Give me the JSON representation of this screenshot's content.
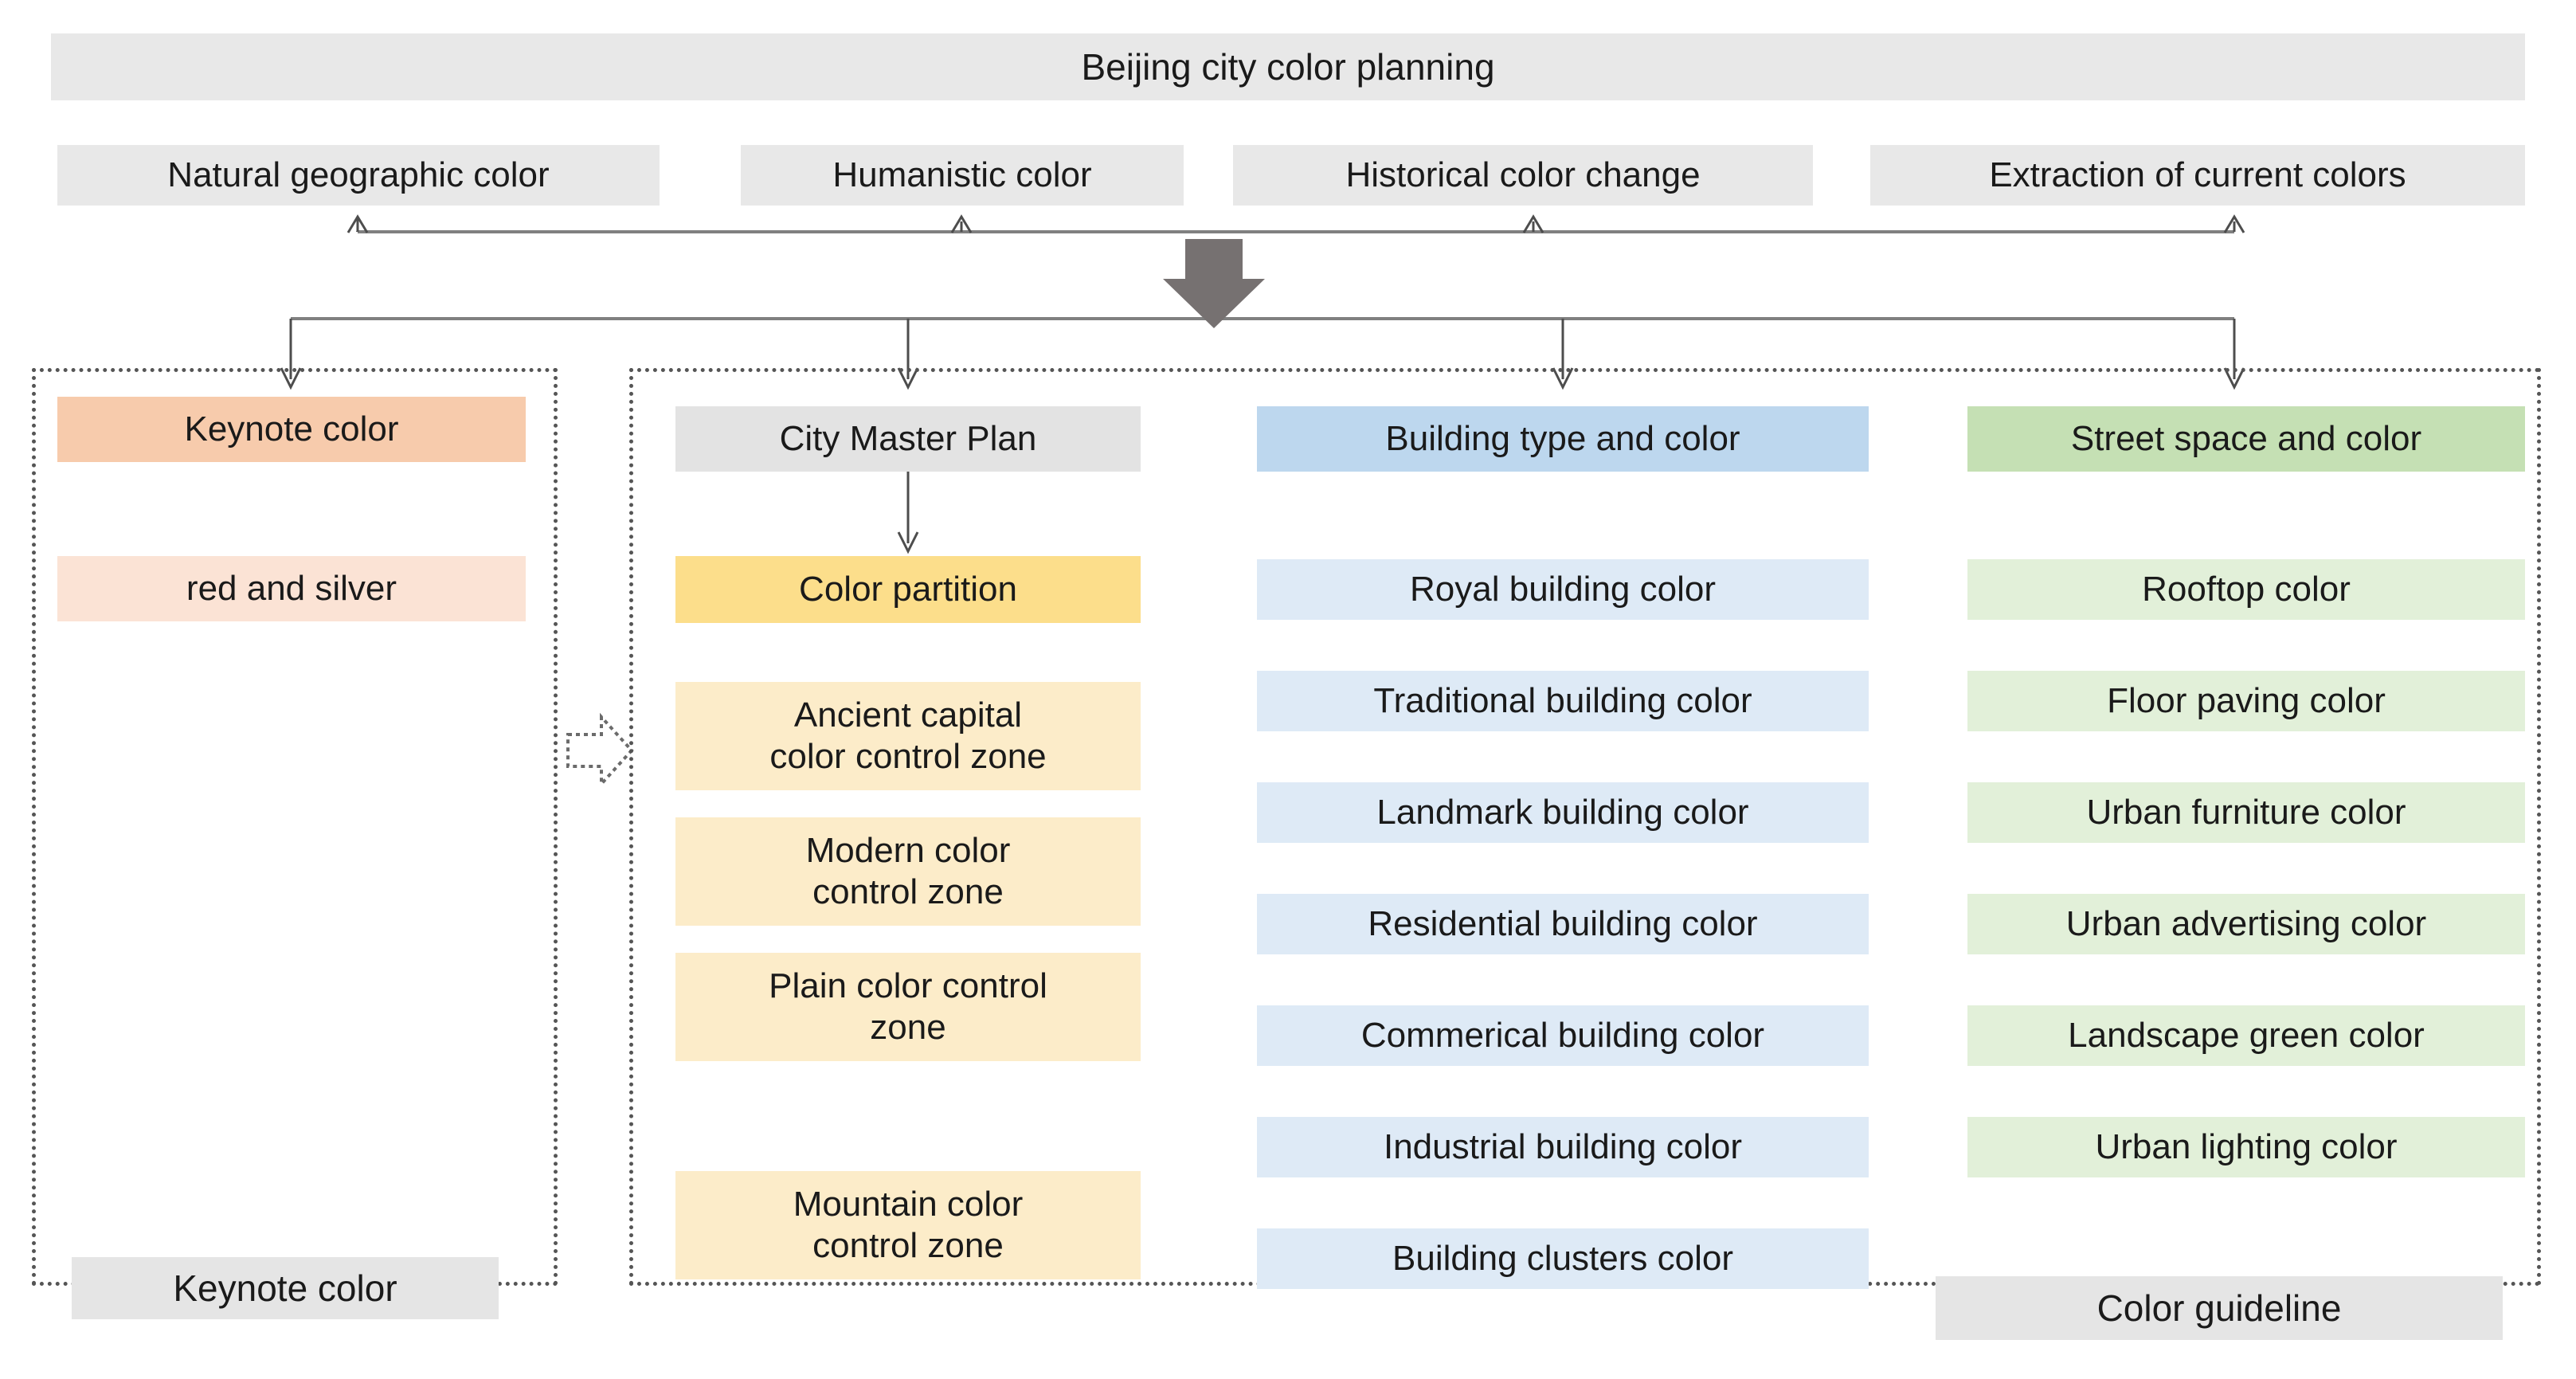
{
  "title": "Beijing city color planning",
  "sources": [
    {
      "label": "Natural geographic color"
    },
    {
      "label": "Humanistic color"
    },
    {
      "label": "Historical color change"
    },
    {
      "label": "Extraction of current colors"
    }
  ],
  "left_panel": {
    "header": "Keynote color",
    "value": "red and silver",
    "footer": "Keynote color"
  },
  "right_panel": {
    "footer": "Color guideline",
    "columns": [
      {
        "header": "City Master Plan",
        "highlight": "Color partition",
        "items": [
          "Ancient capital\ncolor control zone",
          "Modern color\ncontrol zone",
          "Plain color control\nzone",
          "Mountain color\ncontrol zone"
        ]
      },
      {
        "header": "Building type and color",
        "items": [
          "Royal building color",
          "Traditional building color",
          "Landmark building color",
          "Residential building color",
          "Commerical building color",
          "Industrial building color",
          "Building clusters color"
        ]
      },
      {
        "header": "Street space and color",
        "items": [
          "Rooftop color",
          "Floor paving color",
          "Urban furniture color",
          "Urban advertising color",
          "Landscape green color",
          "Urban lighting color"
        ]
      }
    ]
  },
  "colors": {
    "banner_gray": "#E8E8E8",
    "keynote_orange": "#F7CBAC",
    "keynote_orange_light": "#FBE3D5",
    "partition_yellow": "#FCDE8B",
    "zone_yellow": "#FCECC9",
    "building_blue": "#BDD7EE",
    "building_blue_light": "#DEEAF6",
    "street_green": "#C5E0B4",
    "street_green_light": "#E2F0D9",
    "arrow_gray": "#767171",
    "line_gray": "#808080"
  },
  "icons": {
    "flow_arrow_down": "block-arrow-down-icon",
    "transfer_arrow_right": "dotted-block-arrow-right-icon"
  }
}
